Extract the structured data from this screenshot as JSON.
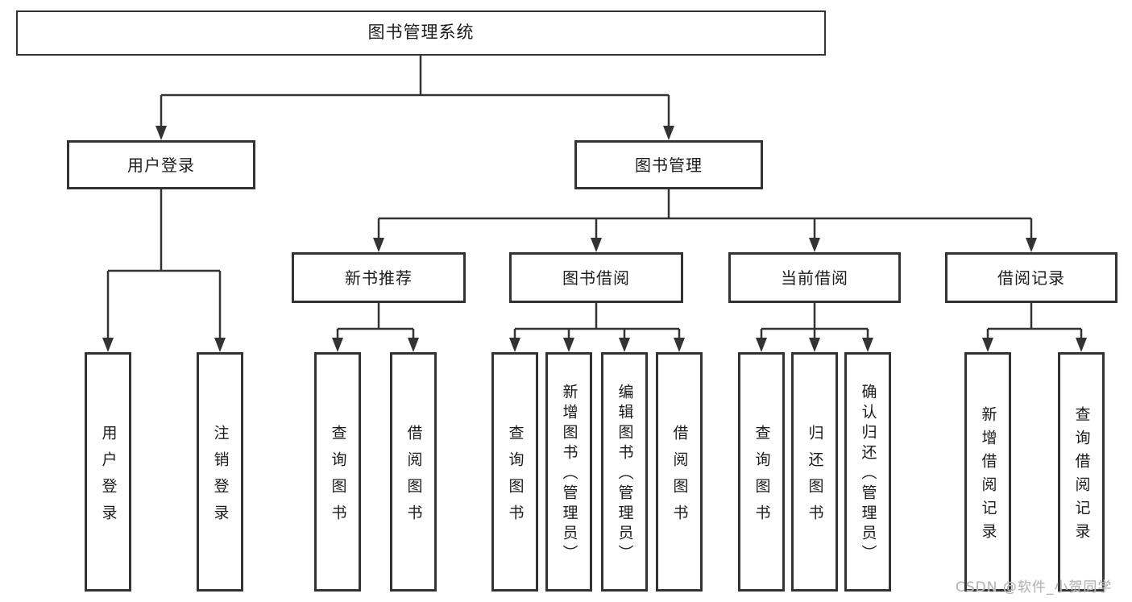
{
  "colors": {
    "line": "#333333",
    "box_border": "#333333",
    "text": "#1c1c1c",
    "watermark": "#b5b5b5",
    "background": "#ffffff"
  },
  "root": {
    "label": "图书管理系统"
  },
  "children": [
    {
      "label": "用户登录",
      "children": [
        {
          "label": "用户登录"
        },
        {
          "label": "注销登录"
        }
      ]
    },
    {
      "label": "图书管理",
      "children": [
        {
          "label": "新书推荐",
          "children": [
            {
              "label": "查询图书"
            },
            {
              "label": "借阅图书"
            }
          ]
        },
        {
          "label": "图书借阅",
          "children": [
            {
              "label": "查询图书"
            },
            {
              "label": "新增图书（管理员）"
            },
            {
              "label": "编辑图书（管理员）"
            },
            {
              "label": "借阅图书"
            }
          ]
        },
        {
          "label": "当前借阅",
          "children": [
            {
              "label": "查询图书"
            },
            {
              "label": "归还图书"
            },
            {
              "label": "确认归还（管理员）"
            }
          ]
        },
        {
          "label": "借阅记录",
          "children": [
            {
              "label": "新增借阅记录"
            },
            {
              "label": "查询借阅记录"
            }
          ]
        }
      ]
    }
  ],
  "watermark": {
    "text": "CSDN @软件_小贺同学"
  }
}
